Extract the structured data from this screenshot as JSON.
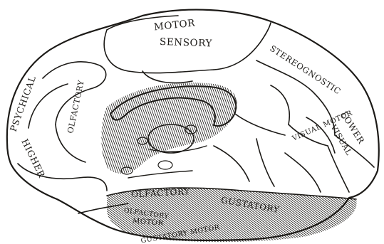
{
  "diagram": {
    "labels": {
      "motor": "MOTOR",
      "sensory": "SENSORY",
      "higher": "HIGHER",
      "psychical": "PSYCHICAL",
      "olfactory_upper": "OLFACTORY",
      "stereognostic": "STEREOGNOSTIC",
      "lower": "LOWER",
      "visual": "VISUAL",
      "visual_motor": "VISUAL MOTOR",
      "olfactory_lower": "OLFACTORY",
      "gustatory": "GUSTATORY",
      "olfactory_small": "OLFACTORY",
      "motor_small": "MOTOR",
      "gustatory_motor": "GUSTATORY MOTOR"
    },
    "colors": {
      "ink": "#1c1a17",
      "paper": "#ffffff"
    }
  }
}
